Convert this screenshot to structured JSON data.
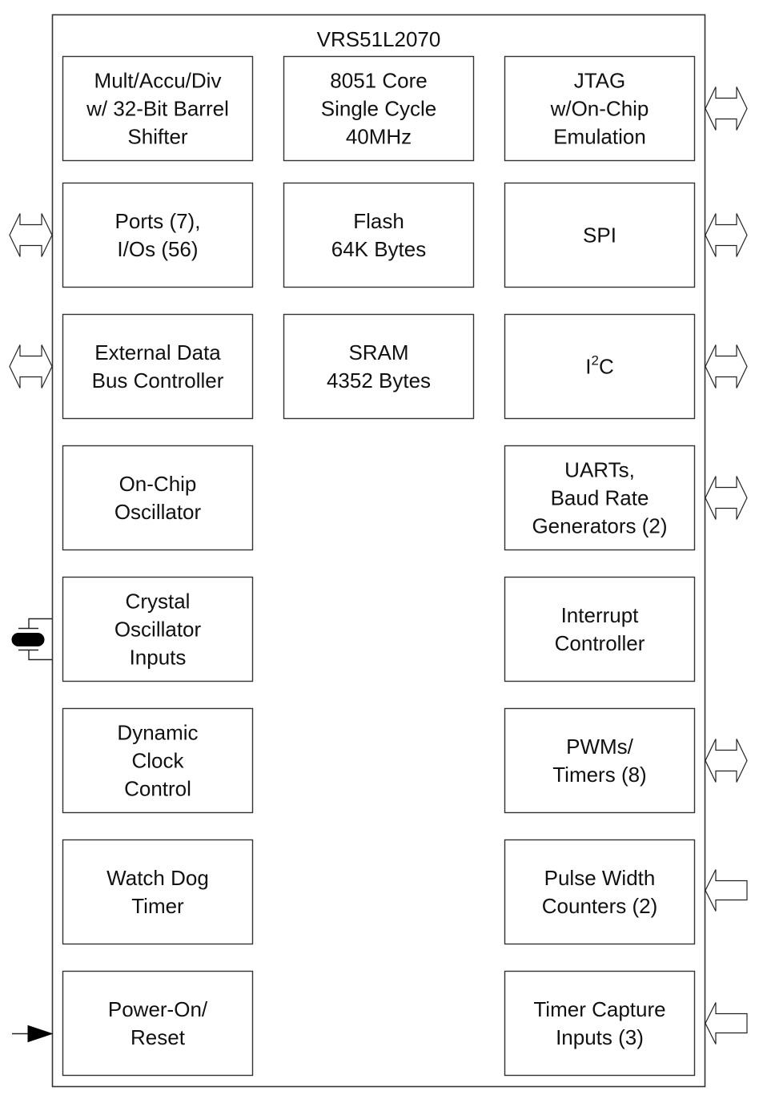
{
  "diagram": {
    "title": "VRS51L2070",
    "blocks": {
      "left": [
        {
          "id": "mult-accu-div",
          "lines": [
            "Mult/Accu/Div",
            "w/ 32-Bit Barrel",
            "Shifter"
          ]
        },
        {
          "id": "ports",
          "lines": [
            "Ports (7),",
            "I/Os (56)"
          ],
          "connector": "bidirectional"
        },
        {
          "id": "external-data-bus",
          "lines": [
            "External Data",
            "Bus Controller"
          ],
          "connector": "bidirectional"
        },
        {
          "id": "on-chip-oscillator",
          "lines": [
            "On-Chip",
            "Oscillator"
          ]
        },
        {
          "id": "crystal-oscillator",
          "lines": [
            "Crystal",
            "Oscillator",
            "Inputs"
          ],
          "connector": "crystal"
        },
        {
          "id": "dynamic-clock",
          "lines": [
            "Dynamic",
            "Clock",
            "Control"
          ]
        },
        {
          "id": "watchdog",
          "lines": [
            "Watch Dog",
            "Timer"
          ]
        },
        {
          "id": "power-on-reset",
          "lines": [
            "Power-On/",
            "Reset"
          ],
          "connector": "input-line"
        }
      ],
      "middle": [
        {
          "id": "core",
          "lines": [
            "8051 Core",
            "Single Cycle",
            "40MHz"
          ]
        },
        {
          "id": "flash",
          "lines": [
            "Flash",
            "64K Bytes"
          ]
        },
        {
          "id": "sram",
          "lines": [
            "SRAM",
            "4352 Bytes"
          ]
        }
      ],
      "right": [
        {
          "id": "jtag",
          "lines": [
            "JTAG",
            "w/On-Chip",
            "Emulation"
          ],
          "connector": "bidirectional"
        },
        {
          "id": "spi",
          "lines": [
            "SPI"
          ],
          "connector": "bidirectional"
        },
        {
          "id": "i2c",
          "lines": [
            "I2C"
          ],
          "superscript": {
            "base": "I",
            "sup": "2",
            "rest": "C"
          },
          "connector": "bidirectional"
        },
        {
          "id": "uarts",
          "lines": [
            "UARTs,",
            "Baud Rate",
            "Generators (2)"
          ],
          "connector": "bidirectional"
        },
        {
          "id": "interrupt",
          "lines": [
            "Interrupt",
            "Controller"
          ]
        },
        {
          "id": "pwm",
          "lines": [
            "PWMs/",
            "Timers (8)"
          ],
          "connector": "bidirectional"
        },
        {
          "id": "pulse-width",
          "lines": [
            "Pulse Width",
            "Counters (2)"
          ],
          "connector": "input"
        },
        {
          "id": "timer-capture",
          "lines": [
            "Timer Capture",
            "Inputs (3)"
          ],
          "connector": "input"
        }
      ]
    }
  }
}
